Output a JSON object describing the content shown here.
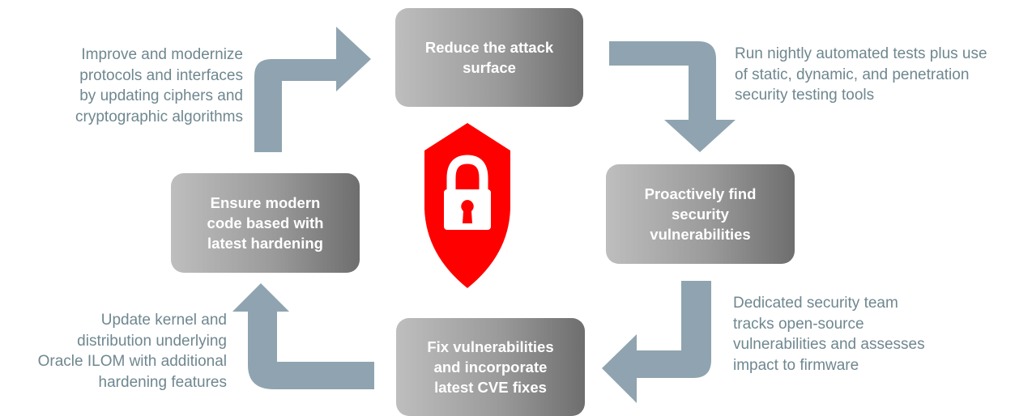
{
  "steps": {
    "top": [
      "Reduce the attack",
      "surface"
    ],
    "right": [
      "Proactively find",
      "security",
      "vulnerabilities"
    ],
    "bottom": [
      "Fix vulnerabilities",
      "and incorporate",
      "latest CVE fixes"
    ],
    "left": [
      "Ensure modern",
      "code based with",
      "latest hardening"
    ]
  },
  "notes": {
    "top_left": [
      "Improve and modernize",
      "protocols and interfaces",
      "by updating ciphers and",
      "cryptographic algorithms"
    ],
    "top_right": [
      "Run nightly automated tests plus use",
      "of static, dynamic, and penetration",
      "security testing tools"
    ],
    "bottom_right": [
      "Dedicated security team",
      "tracks open-source",
      "vulnerabilities and assesses",
      "impact to firmware"
    ],
    "bottom_left": [
      "Update kernel and",
      "distribution underlying",
      "Oracle ILOM with additional",
      "hardening features"
    ]
  },
  "colors": {
    "arrow": "#8fa4b0",
    "shield": "#ff0000",
    "note_text": "#6f8790",
    "box_text": "#ffffff"
  },
  "center_icon": "security-shield-padlock-icon"
}
